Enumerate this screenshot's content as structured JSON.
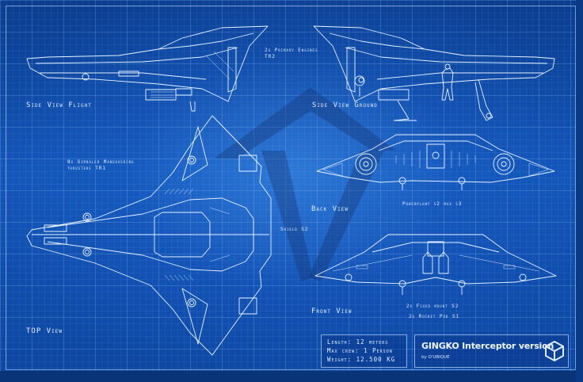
{
  "blueprint": {
    "subject": "GINGKO Interceptor version",
    "author": "by O'UBIQUE",
    "colors": {
      "background": "#1356b8",
      "lines": "#e6f2ff",
      "grid": "#8cbeff"
    },
    "views": {
      "side_flight": "Side View Flight",
      "side_ground": "Side View Ground",
      "back": "Back View",
      "front": "Front View",
      "top": "TOP View"
    },
    "callouts": {
      "engines_line1": "2x Primary Engines",
      "engines_line2": "TR2",
      "thrusters_line1": "8x Gimbaled Maneuvering",
      "thrusters_line2": "thrusters TR1",
      "shield": "Shield S2",
      "powerplant": "Powerplant s2 max s3",
      "fixed_mount": "2x Fixed mount S2",
      "rocket_pod": "2x Rocket Pod S1"
    },
    "specs": [
      "Length: 12 meters",
      "Max crew: 1 Person",
      "Weight: 12.500 KG"
    ],
    "logo_icon": "cube-icon"
  }
}
